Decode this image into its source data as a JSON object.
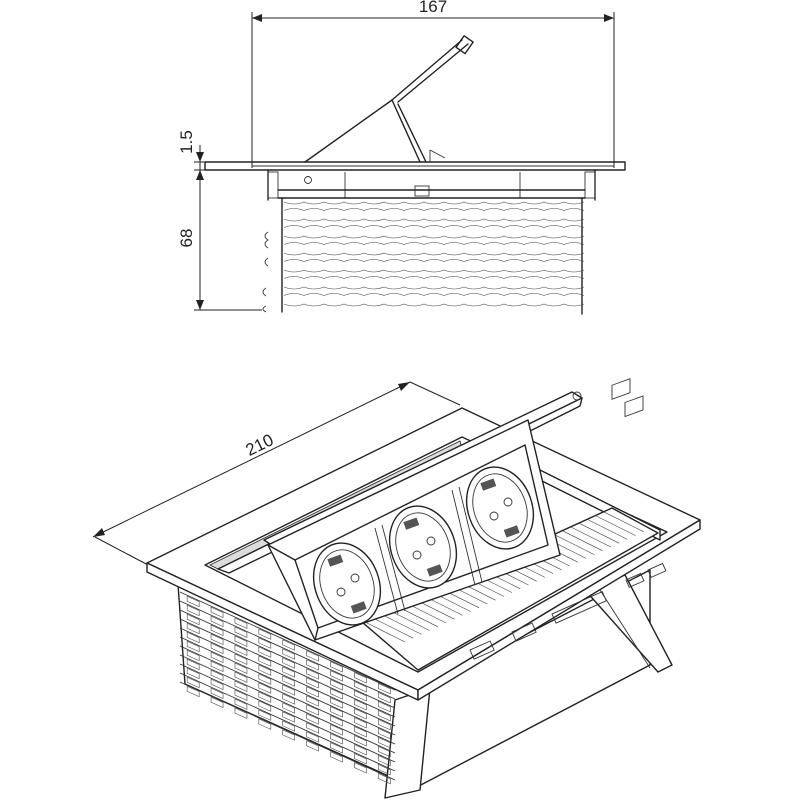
{
  "dimensions": {
    "width_top": "167",
    "lid_thickness": "1.5",
    "height": "68",
    "width_iso": "210"
  },
  "outlets": {
    "count": 3
  },
  "colors": {
    "line": "#222222",
    "background": "#ffffff"
  }
}
